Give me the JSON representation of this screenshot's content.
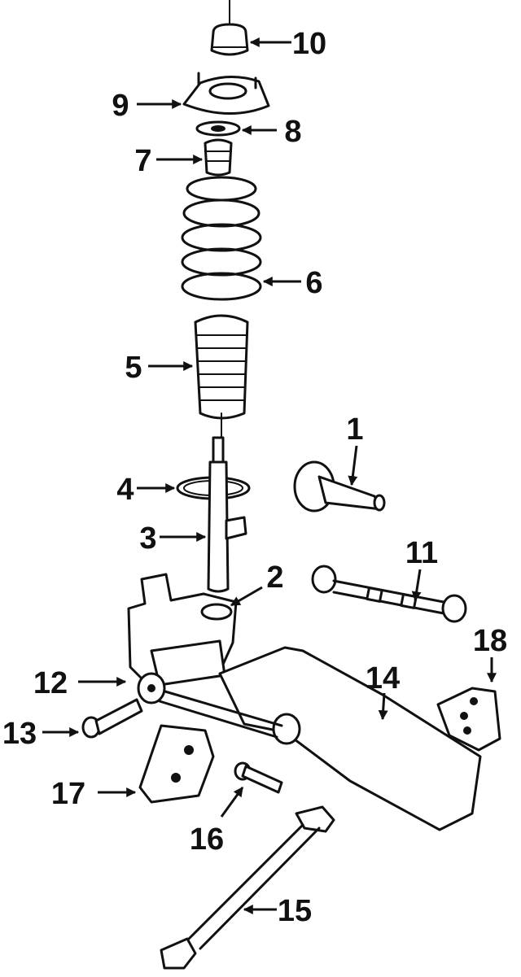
{
  "callouts": [
    {
      "id": "1",
      "text": "1"
    },
    {
      "id": "2",
      "text": "2"
    },
    {
      "id": "3",
      "text": "3"
    },
    {
      "id": "4",
      "text": "4"
    },
    {
      "id": "5",
      "text": "5"
    },
    {
      "id": "6",
      "text": "6"
    },
    {
      "id": "7",
      "text": "7"
    },
    {
      "id": "8",
      "text": "8"
    },
    {
      "id": "9",
      "text": "9"
    },
    {
      "id": "10",
      "text": "10"
    },
    {
      "id": "11",
      "text": "11"
    },
    {
      "id": "12",
      "text": "12"
    },
    {
      "id": "13",
      "text": "13"
    },
    {
      "id": "14",
      "text": "14"
    },
    {
      "id": "15",
      "text": "15"
    },
    {
      "id": "16",
      "text": "16"
    },
    {
      "id": "17",
      "text": "17"
    },
    {
      "id": "18",
      "text": "18"
    }
  ],
  "colors": {
    "ink": "#111111",
    "paper": "#ffffff"
  }
}
